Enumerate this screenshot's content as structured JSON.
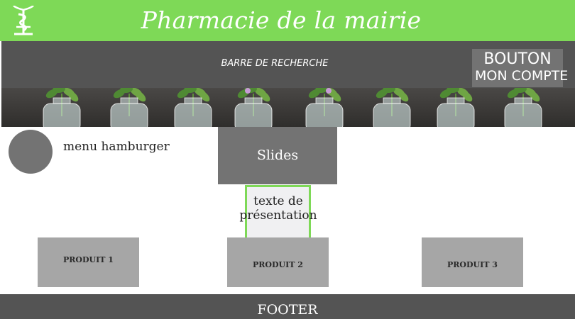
{
  "header": {
    "title": "Pharmacie de la mairie",
    "logo_icon": "caduceus-icon",
    "background": "#7ed957"
  },
  "search": {
    "label": "BARRE DE RECHERCHE"
  },
  "account_button": {
    "line1": "BOUTON",
    "line2": "MON COMPTE"
  },
  "banner": {
    "image": "herb-bottles-banner"
  },
  "hamburger": {
    "label": "menu hamburger"
  },
  "slides": {
    "label": "Slides"
  },
  "presentation": {
    "line1": "texte de",
    "line2": "présentation"
  },
  "products": [
    {
      "label": "PRODUIT 1"
    },
    {
      "label": "PRODUIT 2"
    },
    {
      "label": "PRODUIT 3"
    }
  ],
  "footer": {
    "label": "FOOTER"
  },
  "colors": {
    "accent": "#7ed957",
    "dark": "#545454",
    "block": "#737373",
    "product": "#a6a6a6"
  }
}
